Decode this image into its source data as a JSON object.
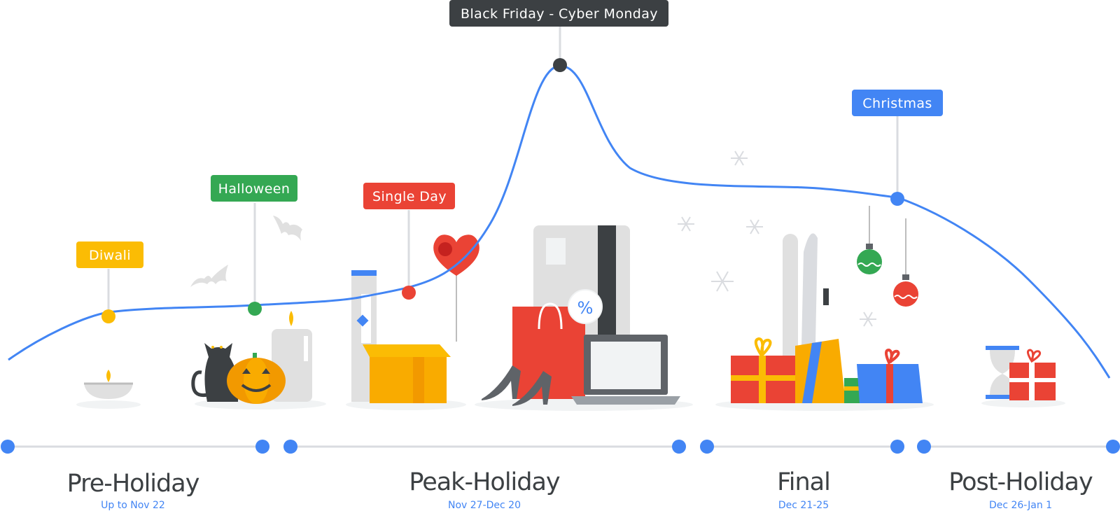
{
  "colors": {
    "curve": "#4285f4",
    "diwali": "#fbbc04",
    "halloween": "#34a853",
    "single_day": "#ea4335",
    "black_friday": "#3c4043",
    "christmas": "#4285f4",
    "text_dark": "#3c4043",
    "timeline_blue": "#4285f4"
  },
  "events": {
    "diwali": {
      "label": "Diwali"
    },
    "halloween": {
      "label": "Halloween"
    },
    "single_day": {
      "label": "Single Day"
    },
    "black_friday": {
      "label": "Black Friday - Cyber Monday"
    },
    "christmas": {
      "label": "Christmas"
    }
  },
  "phases": [
    {
      "name": "Pre-Holiday",
      "dates": "Up to Nov 22"
    },
    {
      "name": "Peak-Holiday",
      "dates": "Nov 27-Dec 20"
    },
    {
      "name": "Final",
      "dates": "Dec 21-25"
    },
    {
      "name": "Post-Holiday",
      "dates": "Dec 26-Jan 1"
    }
  ],
  "illustrations": {
    "diwali": "diya-lamp-icon",
    "halloween": "cat-pumpkin-candle-icon",
    "single_day": "box-heart-balloon-icon",
    "peak": "shopping-bag-laptop-card-icon",
    "final": "gifts-skis-ornaments-icon",
    "post": "hourglass-gift-icon"
  }
}
